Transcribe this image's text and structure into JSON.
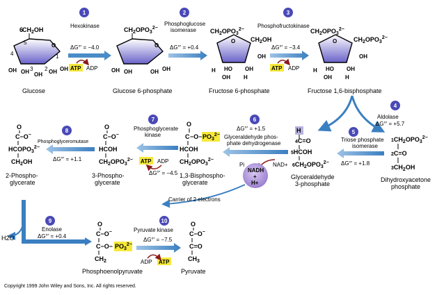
{
  "steps": [
    {
      "num": "1",
      "enzyme": "Hexokinase",
      "dg": "ΔG°' = −4.0",
      "in": "ATP",
      "out": "ADP"
    },
    {
      "num": "2",
      "enzyme_l1": "Phosphoglucose",
      "enzyme_l2": "isomerase",
      "dg": "ΔG°' = +0.4"
    },
    {
      "num": "3",
      "enzyme": "Phosphofructokinase",
      "dg": "ΔG°' = −3.4",
      "in": "ATP",
      "out": "ADP"
    },
    {
      "num": "4",
      "enzyme": "Aldolase",
      "dg": "ΔG°' = +5.7"
    },
    {
      "num": "5",
      "enzyme_l1": "Triose phosphate",
      "enzyme_l2": "isomerase",
      "dg": "ΔG°' = +1.8"
    },
    {
      "num": "6",
      "dg": "ΔG°' = +1.5",
      "enzyme_l1": "Glyceraldehyde phos-",
      "enzyme_l2": "phate dehydrogenase",
      "pi": "Pi",
      "nad": "NAD+",
      "nadh_l1": "NADH",
      "nadh_l2": "+",
      "nadh_l3": "H+"
    },
    {
      "num": "7",
      "enzyme_l1": "Phosphoglycerate",
      "enzyme_l2": "kinase",
      "dg": "ΔG°' = −4.5",
      "in": "ADP",
      "out": "ATP"
    },
    {
      "num": "8",
      "enzyme": "Phosphoglyceromutase",
      "dg": "ΔG°' = +1.1"
    },
    {
      "num": "9",
      "enzyme": "Enolase",
      "dg": "ΔG°' = +0.4",
      "out": "H2O"
    },
    {
      "num": "10",
      "enzyme": "Pyruvate kinase",
      "dg": "ΔG°' = −7.5",
      "in": "ADP",
      "out": "ATP"
    }
  ],
  "compounds": {
    "glucose": "Glucose",
    "g6p": "Glucose 6-phosphate",
    "f6p": "Fructose 6-phosphate",
    "f16bp": "Fructose 1,6-bisphosphate",
    "dhap_l1": "Dihydroxyacetone",
    "dhap_l2": "phosphate",
    "gap_l1": "Glyceraldehyde",
    "gap_l2": "3-phosphate",
    "bpg_l1": "1,3-Bisphospho-",
    "bpg_l2": "glycerate",
    "pg3_l1": "3-Phospho-",
    "pg3_l2": "glycerate",
    "pg2_l1": "2-Phospho-",
    "pg2_l2": "glycerate",
    "pep": "Phosphoenolpyruvate",
    "pyruvate": "Pyruvate"
  },
  "carrier": "Carrier of 2 electrons",
  "copyright": "Copyright 1999 John Wiley and Sons, Inc. All rights reserved."
}
